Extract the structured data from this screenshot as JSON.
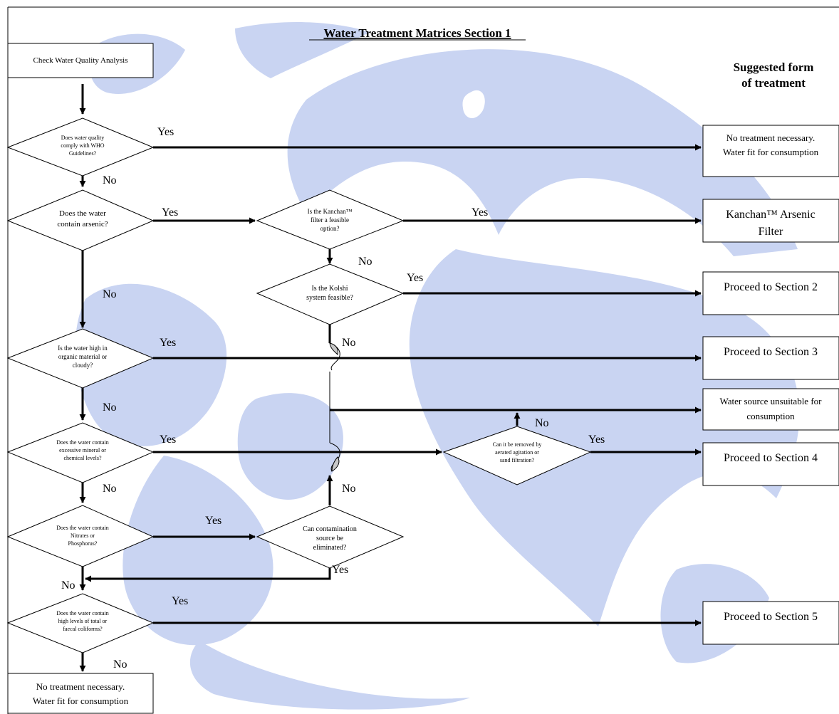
{
  "title": "Water Treatment Matrices Section 1",
  "column_header": [
    "Suggested form",
    "of treatment"
  ],
  "start_box": "Check Water Quality Analysis",
  "decisions": {
    "who": [
      "Does water quality",
      "comply with WHO",
      "Guidelines?"
    ],
    "arsenic": [
      "Does the water",
      "contain arsenic?"
    ],
    "kanchan_feasible": [
      "Is the Kanchan™",
      "filter a feasible",
      "option?"
    ],
    "kolshi": [
      "Is the Kolshi",
      "system feasible?"
    ],
    "organic": [
      "Is the water high in",
      "organic material or",
      "cloudy?"
    ],
    "mineral": [
      "Does the water contain",
      "excessive mineral or",
      "chemical levels?"
    ],
    "aerated": [
      "Can it be removed by",
      "aerated agitation or",
      "sand filtration?"
    ],
    "nitrates": [
      "Does the water contain",
      "Nitrates or",
      "Phosphorus?"
    ],
    "contamination": [
      "Can contamination",
      "source be",
      "eliminated?"
    ],
    "coliforms": [
      "Does the water contain",
      "high levels of total or",
      "faecal coliforms?"
    ]
  },
  "outcomes": {
    "no_treatment_top": [
      "No treatment necessary.",
      "Water fit for consumption"
    ],
    "kanchan_filter": [
      "Kanchan™ Arsenic",
      "Filter"
    ],
    "section2": "Proceed to Section 2",
    "section3": "Proceed to Section 3",
    "unsuitable": [
      "Water source unsuitable for",
      "consumption"
    ],
    "section4": "Proceed to Section 4",
    "section5": "Proceed to Section 5",
    "no_treatment_bottom": [
      "No treatment necessary.",
      "Water fit for consumption"
    ]
  },
  "labels": {
    "yes": "Yes",
    "no": "No"
  },
  "colors": {
    "watermark": "#c9d4f2",
    "line": "#000000",
    "connector_fill": "#c8c8c8"
  }
}
